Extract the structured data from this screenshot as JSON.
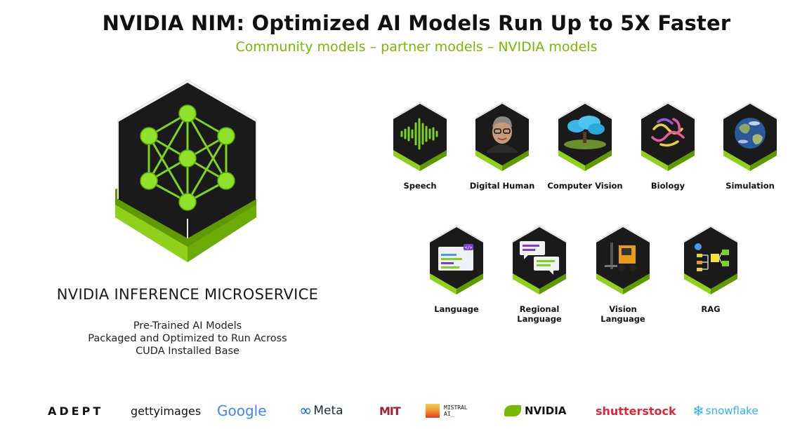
{
  "header": {
    "title": "NVIDIA NIM: Optimized AI Models Run Up to 5X Faster",
    "subtitle": "Community models – partner models – NVIDIA models"
  },
  "hero": {
    "icon": "neural-network-cube-icon",
    "title": "NVIDIA INFERENCE MICROSERVICE",
    "description": [
      "Pre-Trained AI Models",
      "Packaged and Optimized to Run Across",
      "CUDA Installed Base"
    ]
  },
  "models_row1": [
    {
      "label": "Speech",
      "icon": "waveform-icon"
    },
    {
      "label": "Digital Human",
      "icon": "digital-human-icon"
    },
    {
      "label": "Computer Vision",
      "icon": "tree-icon"
    },
    {
      "label": "Biology",
      "icon": "protein-icon"
    },
    {
      "label": "Simulation",
      "icon": "earth-icon"
    }
  ],
  "models_row2": [
    {
      "label": "Language",
      "icon": "code-window-icon"
    },
    {
      "label_lines": [
        "Regional",
        "Language"
      ],
      "icon": "chat-bubbles-icon"
    },
    {
      "label_lines": [
        "Vision",
        "Language"
      ],
      "icon": "forklift-icon"
    },
    {
      "label": "RAG",
      "icon": "rag-flow-icon"
    }
  ],
  "partners": [
    "ADEPT",
    "gettyimages",
    "Google",
    "Meta",
    "MIT",
    "MISTRAL AI_",
    "NVIDIA",
    "shutterstock",
    "snowflake"
  ],
  "colors": {
    "accent": "#76b900",
    "cube": "#1c1c1c"
  }
}
